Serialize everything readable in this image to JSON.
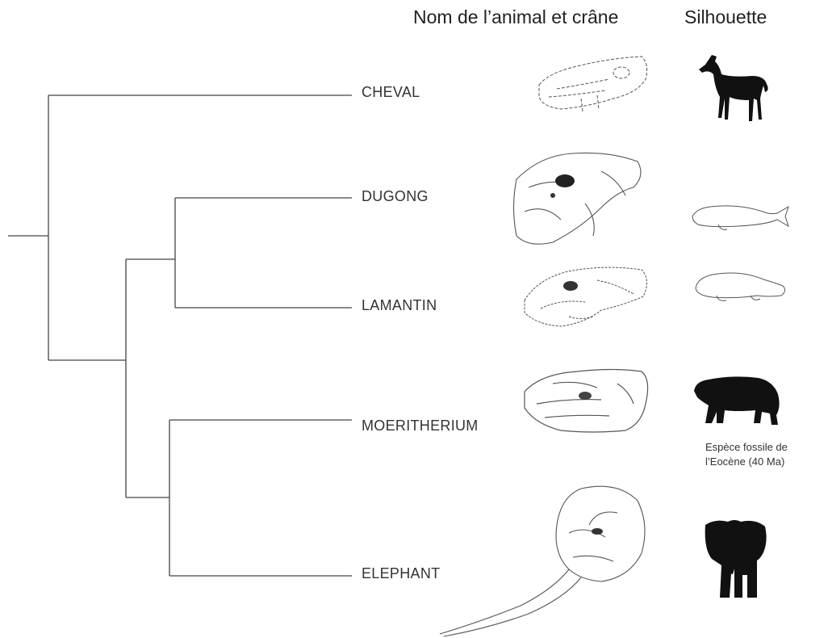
{
  "headers": {
    "animal_and_skull": "Nom de l’animal et crâne",
    "silhouette": "Silhouette"
  },
  "taxa": [
    {
      "name": "CHEVAL",
      "skull_icon": "horse-skull-icon",
      "silhouette_icon": "horse-silhouette-icon"
    },
    {
      "name": "DUGONG",
      "skull_icon": "dugong-skull-icon",
      "silhouette_icon": "dugong-silhouette-icon"
    },
    {
      "name": "LAMANTIN",
      "skull_icon": "manatee-skull-icon",
      "silhouette_icon": "manatee-silhouette-icon"
    },
    {
      "name": "MOERITHERIUM",
      "skull_icon": "moeritherium-skull-icon",
      "silhouette_icon": "moeritherium-silhouette-icon"
    },
    {
      "name": "ELEPHANT",
      "skull_icon": "elephant-skull-icon",
      "silhouette_icon": "elephant-silhouette-icon"
    }
  ],
  "fossil_note": {
    "line1": "Espèce fossile de",
    "line2": "l’Eocène (40 Ma)"
  },
  "colors": {
    "tree_line": "#444444",
    "silhouette_fill": "#111111",
    "sketch_stroke": "#555555"
  }
}
